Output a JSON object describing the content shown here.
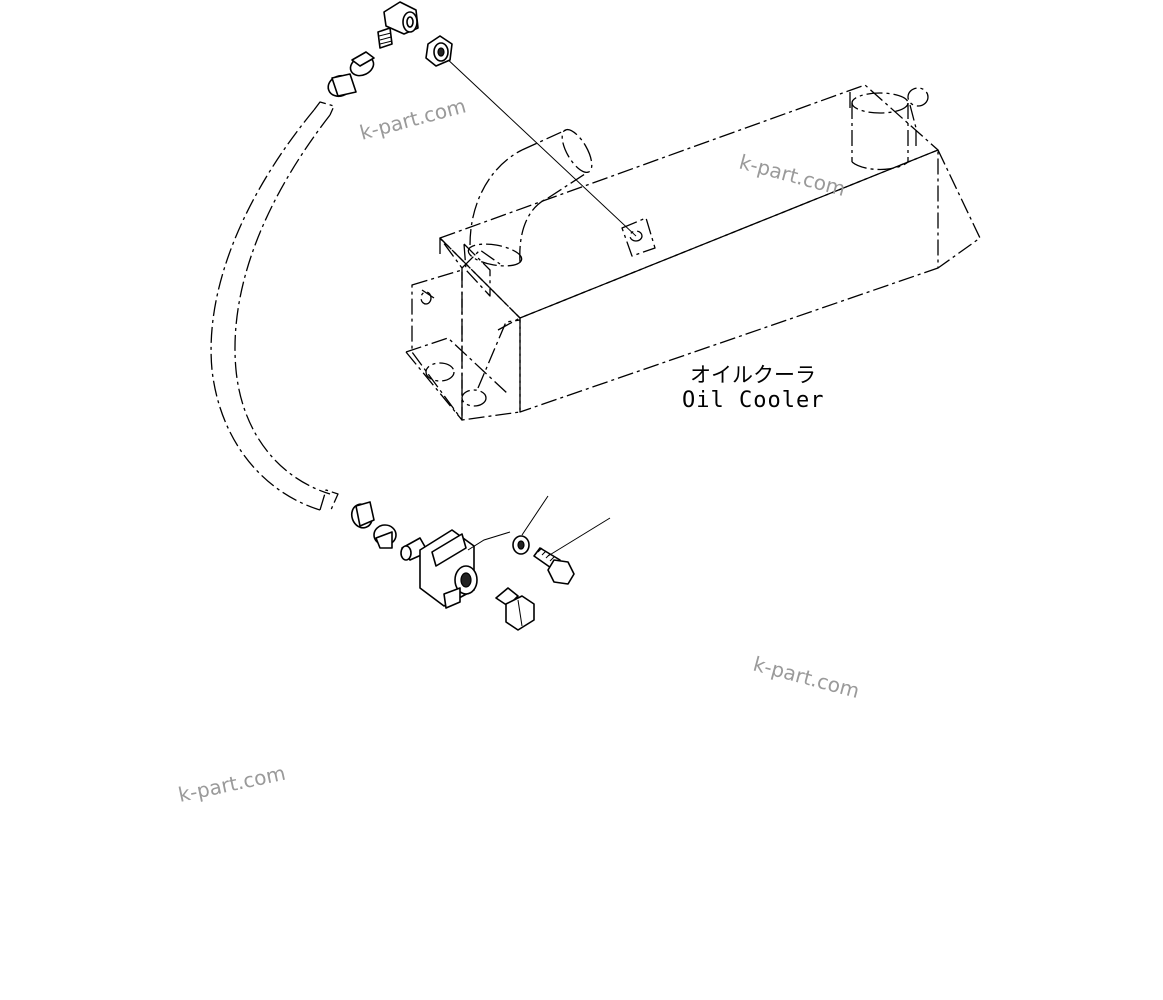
{
  "labels": {
    "component_jp": "オイルクーラ",
    "component_en": "Oil Cooler"
  },
  "watermarks": [
    "k-part.com",
    "k-part.com",
    "k-part.com",
    "k-part.com"
  ],
  "colors": {
    "line": "#000000",
    "watermark": "#9a9a9a",
    "background": "#ffffff"
  }
}
